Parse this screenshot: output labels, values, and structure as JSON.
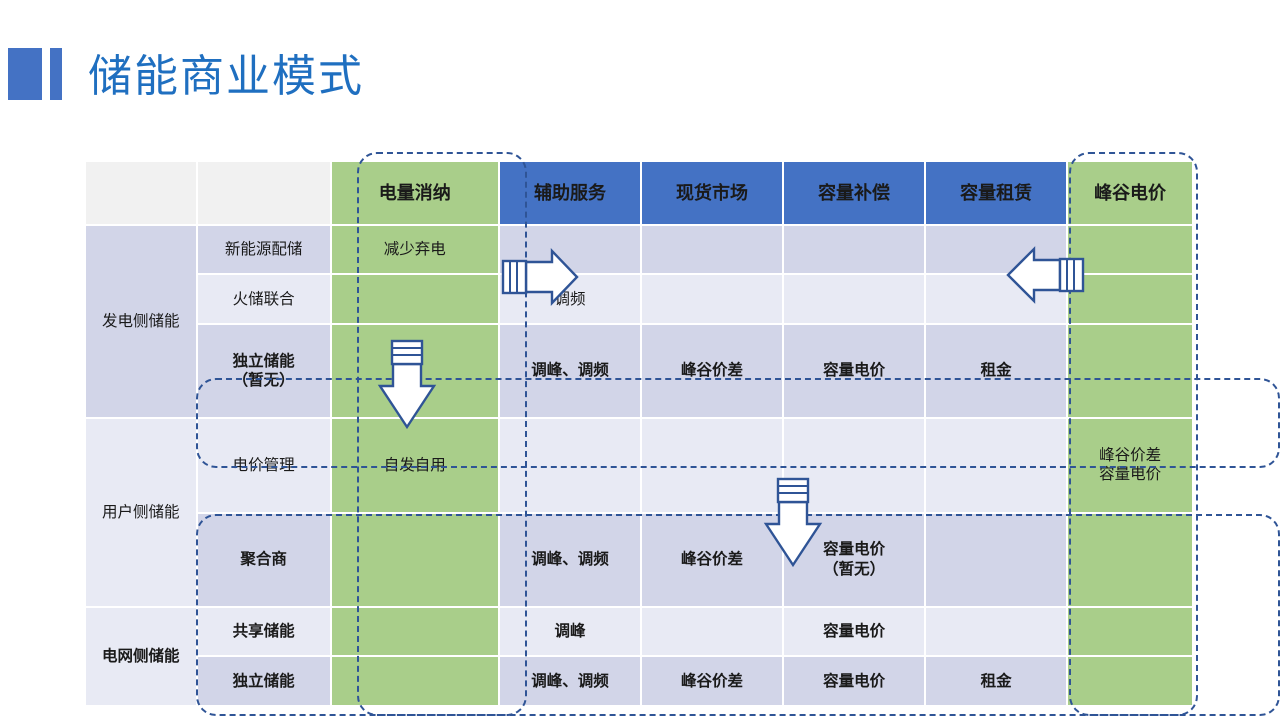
{
  "title": "储能商业模式",
  "colors": {
    "title_blue": "#1F6FC0",
    "header_blue": "#4472C4",
    "accent_green": "#A9CE8A",
    "band_dark": "#D2D5E8",
    "band_light": "#E8EAF4",
    "dash_outline": "#2F5496"
  },
  "table": {
    "headers": {
      "group_blank": "",
      "sub_blank": "",
      "columns": [
        {
          "label": "电量消纳",
          "style": "green"
        },
        {
          "label": "辅助服务",
          "style": "blue"
        },
        {
          "label": "现货市场",
          "style": "blue"
        },
        {
          "label": "容量补偿",
          "style": "blue"
        },
        {
          "label": "容量租赁",
          "style": "blue"
        },
        {
          "label": "峰谷电价",
          "style": "green"
        }
      ]
    },
    "groups": [
      {
        "label": "发电侧储能",
        "rows": 3
      },
      {
        "label": "用户侧储能",
        "rows": 2
      },
      {
        "label": "电网侧储能",
        "rows": 2
      }
    ],
    "rows": [
      {
        "sub": "新能源配储",
        "bold": false,
        "cells": [
          "减少弃电",
          "",
          "",
          "",
          "",
          ""
        ]
      },
      {
        "sub": "火储联合",
        "bold": false,
        "cells": [
          "",
          "调频",
          "",
          "",
          "",
          ""
        ]
      },
      {
        "sub": "独立储能\n（暂无）",
        "bold": true,
        "cells": [
          "",
          "调峰、调频",
          "峰谷价差",
          "容量电价",
          "租金",
          ""
        ]
      },
      {
        "sub": "电价管理",
        "bold": false,
        "cells": [
          "自发自用",
          "",
          "",
          "",
          "",
          "峰谷价差\n容量电价"
        ]
      },
      {
        "sub": "聚合商",
        "bold": true,
        "cells": [
          "",
          "调峰、调频",
          "峰谷价差",
          "容量电价\n（暂无）",
          "",
          ""
        ]
      },
      {
        "sub": "共享储能",
        "bold": true,
        "cells": [
          "",
          "调峰",
          "",
          "容量电价",
          "",
          ""
        ]
      },
      {
        "sub": "独立储能",
        "bold": true,
        "cells": [
          "",
          "调峰、调频",
          "峰谷价差",
          "容量电价",
          "租金",
          ""
        ]
      }
    ]
  },
  "annotations": {
    "arrows": [
      {
        "name": "arrow-right-reduce",
        "direction": "right"
      },
      {
        "name": "arrow-left-peak",
        "direction": "left"
      },
      {
        "name": "arrow-down-left",
        "direction": "down"
      },
      {
        "name": "arrow-down-mid",
        "direction": "down"
      }
    ],
    "dashed_boxes": [
      {
        "name": "dash-col-green-left"
      },
      {
        "name": "dash-col-green-right"
      },
      {
        "name": "dash-row-independent"
      },
      {
        "name": "dash-block-bottom"
      }
    ]
  }
}
